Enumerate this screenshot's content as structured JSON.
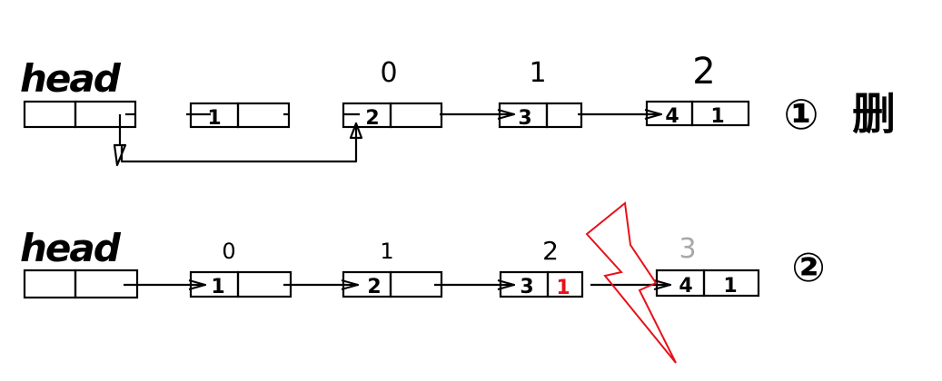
{
  "colors": {
    "ink": "#000000",
    "highlight": "#e8101a",
    "muted": "#a8a8a8",
    "bolt": "#e8101a"
  },
  "row1": {
    "head_label": "head",
    "indices": [
      "0",
      "1",
      "2"
    ],
    "nodes": [
      "1",
      "2",
      "3",
      "4"
    ],
    "tail_value": "1",
    "step_label": "①",
    "step_word": "删"
  },
  "row2": {
    "head_label": "head",
    "indices": [
      "0",
      "1",
      "2",
      "3"
    ],
    "nodes": [
      "1",
      "2",
      "3",
      "4"
    ],
    "node3_next_value": "1",
    "tail_value": "1",
    "step_label": "②"
  },
  "icons": {
    "bolt": "lightning-bolt-icon"
  }
}
